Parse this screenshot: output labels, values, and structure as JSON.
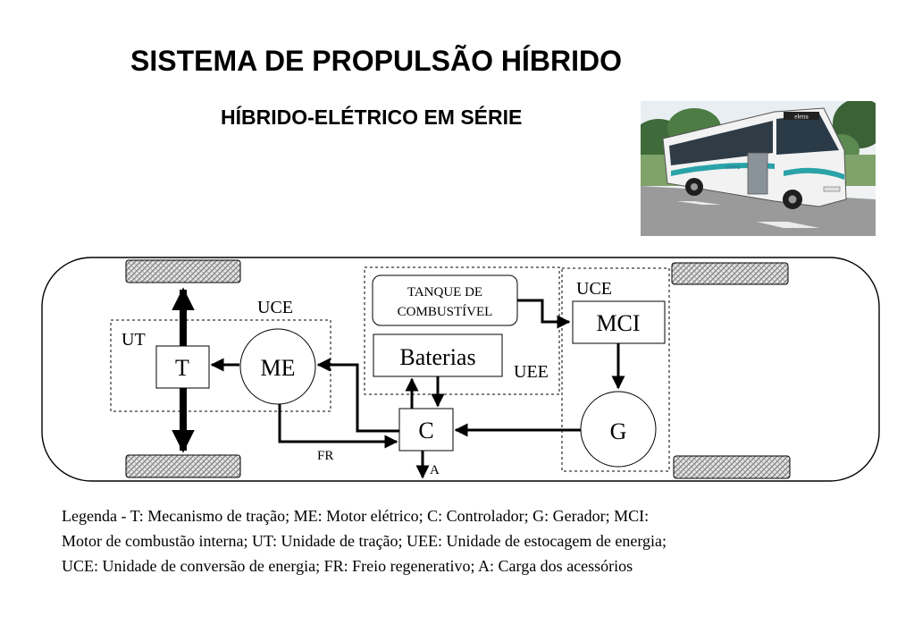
{
  "title": "SISTEMA DE PROPULSÃO HÍBRIDO",
  "subtitle": "HÍBRIDO-ELÉTRICO EM SÉRIE",
  "photo": {
    "bus_destination_sign": "eletra",
    "bus_side_logo": "eletra"
  },
  "diagram": {
    "tank_line1": "TANQUE DE",
    "tank_line2": "COMBUSTÍVEL",
    "mci": "MCI",
    "baterias": "Baterias",
    "t": "T",
    "me": "ME",
    "c": "C",
    "g": "G",
    "uce_left": "UCE",
    "uce_right": "UCE",
    "ut": "UT",
    "uee": "UEE",
    "fr": "FR",
    "a": "A"
  },
  "legend": {
    "line1": "Legenda - T: Mecanismo de tração; ME: Motor elétrico; C: Controlador; G: Gerador; MCI:",
    "line2": "Motor de combustão interna; UT: Unidade de tração; UEE: Unidade de estocagem de energia;",
    "line3": "UCE: Unidade de conversão de energia; FR: Freio regenerativo; A: Carga dos acessórios"
  },
  "colors": {
    "line": "#000000",
    "background": "#ffffff",
    "tire_fill": "#d9d9d9"
  }
}
